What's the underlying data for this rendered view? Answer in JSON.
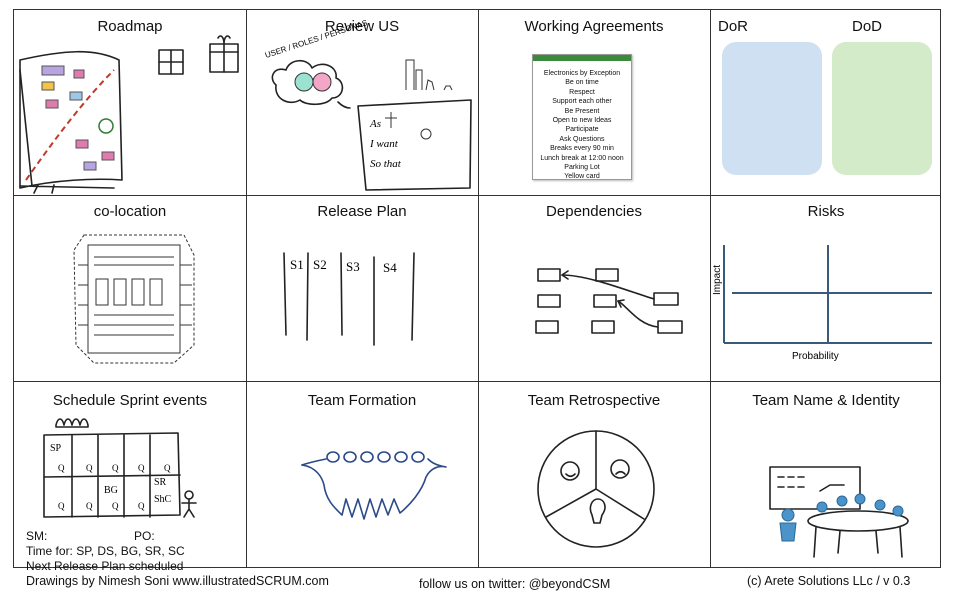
{
  "cells": [
    {
      "title": "Roadmap"
    },
    {
      "title": "Review US"
    },
    {
      "title": "Working Agreements"
    },
    {
      "title_left": "DoR",
      "title_right": "DoD"
    },
    {
      "title": "co-location"
    },
    {
      "title": "Release Plan"
    },
    {
      "title": "Dependencies"
    },
    {
      "title": "Risks"
    },
    {
      "title": "Schedule Sprint events"
    },
    {
      "title": "Team Formation"
    },
    {
      "title": "Team Retrospective"
    },
    {
      "title": "Team Name & Identity"
    }
  ],
  "review_us": {
    "arc_label": "USER / ROLES / PERSONAS",
    "lines": [
      "As",
      "I want",
      "So that"
    ]
  },
  "working_agreements": {
    "items": [
      "Electronics by Exception",
      "Be on time",
      "Respect",
      "Support each other",
      "Be Present",
      "Open to new Ideas",
      "Participate",
      "Ask Questions",
      "Breaks every 90 min",
      "Lunch break at 12:00 noon",
      "Parking Lot",
      "Yellow card"
    ]
  },
  "dor_dod": {
    "colors": {
      "dor": "#cfe0f3",
      "dod": "#d3ebc9"
    }
  },
  "release_plan": {
    "sprints": [
      "S1",
      "S2",
      "S3",
      "S4"
    ]
  },
  "risks": {
    "y_label": "Impact",
    "x_label": "Probability",
    "color": "#3a5a7a"
  },
  "schedule": {
    "labels": {
      "sp": "SP",
      "bg": "BG",
      "sr": "SR",
      "shc": "ShC"
    },
    "notes": {
      "sm": "SM:",
      "po": "PO:",
      "time_for": "Time for: SP, DS, BG, SR, SC",
      "next": "Next Release Plan scheduled"
    }
  },
  "footer": {
    "left": "Drawings by Nimesh Soni www.illustratedSCRUM.com",
    "center": "follow us on twitter: @beyondCSM",
    "right": "(c) Arete Solutions LLc   /  v 0.3"
  }
}
